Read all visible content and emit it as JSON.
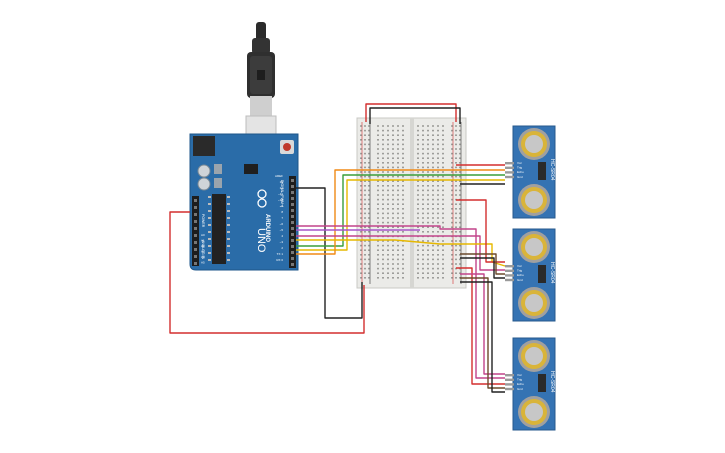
{
  "arduino": {
    "logo_text": "ARDUINO",
    "model": "UNO",
    "aref_label": "AREF",
    "pin_labels": [
      "13",
      "12",
      "~11",
      "~10",
      "~9",
      "8",
      "7",
      "~6",
      "~5",
      "4",
      "~3",
      "2",
      "TX 1",
      "RX 0"
    ],
    "digital_label": "DIGITAL (PWM~)",
    "power_label": "POWER",
    "analog_label": "ANALOG IN",
    "analog_pins": [
      "A0",
      "A1",
      "A2",
      "A3",
      "A4",
      "A5"
    ]
  },
  "sensors": [
    {
      "name": "HC-SR04",
      "pins": [
        "Vcc",
        "Trig",
        "Echo",
        "Gnd"
      ]
    },
    {
      "name": "HC-SR04",
      "pins": [
        "Vcc",
        "Trig",
        "Echo",
        "Gnd"
      ]
    },
    {
      "name": "HC-SR04",
      "pins": [
        "Vcc",
        "Trig",
        "Echo",
        "Gnd"
      ]
    }
  ],
  "colors": {
    "board": "#2a6ca8",
    "breadboard": "#ebebe8",
    "wire_red": "#d32f2f",
    "wire_black": "#222222",
    "wire_green": "#3a9d3a",
    "wire_yellow": "#e6b800",
    "wire_orange": "#f08a16",
    "wire_pink": "#c2448a",
    "wire_brown": "#6b4a2c",
    "sensor_board": "#3573b3",
    "transducer": "#d9b43a"
  }
}
